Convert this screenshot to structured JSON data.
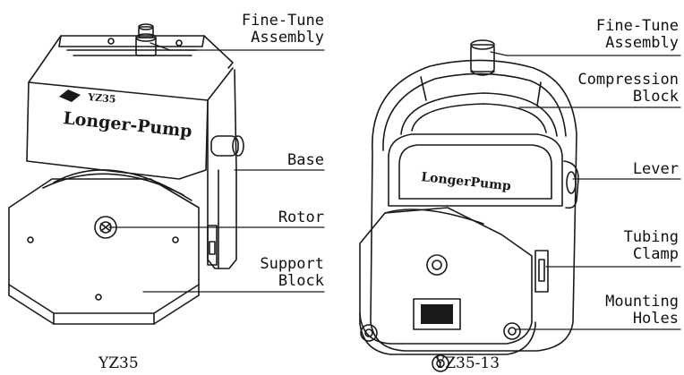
{
  "diagram": {
    "left_pump": {
      "caption": "YZ35",
      "body_text": {
        "model": "YZ35",
        "brand": "Longer-Pump"
      },
      "callouts": {
        "fine_tune": [
          "Fine-Tune",
          "Assembly"
        ],
        "base": [
          "Base"
        ],
        "rotor": [
          "Rotor"
        ],
        "support_block": [
          "Support",
          "Block"
        ]
      }
    },
    "right_pump": {
      "caption": "YZ35-13",
      "body_text": {
        "brand": "LongerPump"
      },
      "callouts": {
        "fine_tune": [
          "Fine-Tune",
          "Assembly"
        ],
        "compression_block": [
          "Compression",
          "Block"
        ],
        "lever": [
          "Lever"
        ],
        "tubing_clamp": [
          "Tubing",
          "Clamp"
        ],
        "mounting_holes": [
          "Mounting",
          "Holes"
        ]
      }
    }
  }
}
